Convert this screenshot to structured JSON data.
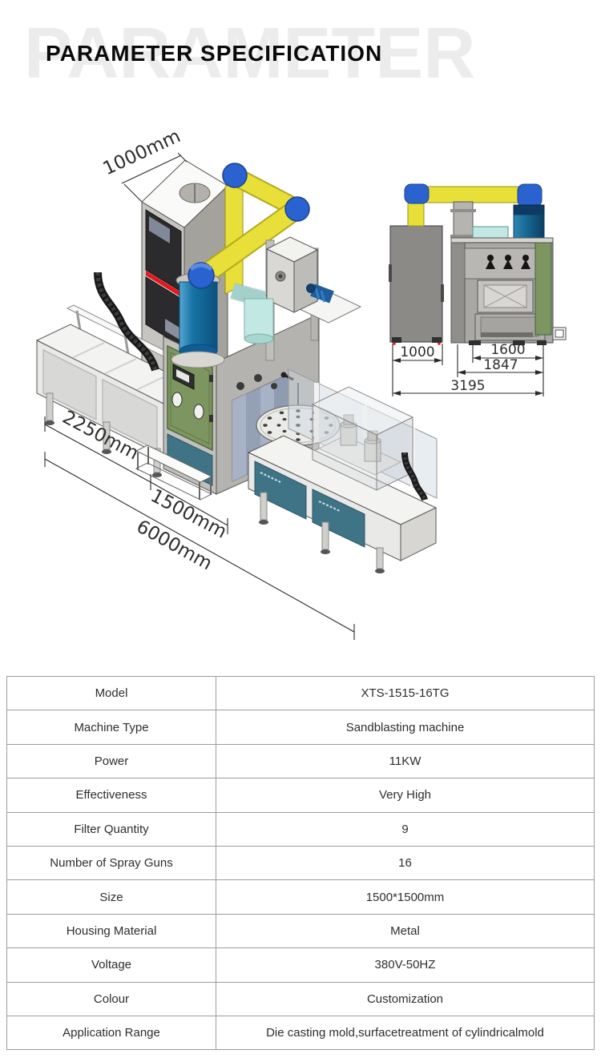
{
  "header": {
    "watermark": "PARAMETER",
    "title": "PARAMETER SPECIFICATION"
  },
  "illustration": {
    "iso_dimensions": [
      {
        "label": "1000mm"
      },
      {
        "label": "2250mm"
      },
      {
        "label": "1500mm"
      },
      {
        "label": "6000mm"
      }
    ],
    "front_dimensions": [
      {
        "label": "1000"
      },
      {
        "label": "1600"
      },
      {
        "label": "1847"
      },
      {
        "label": "3195"
      }
    ],
    "colors": {
      "pipe_yellow": "#e9df39",
      "elbow_blue": "#2a63cf",
      "cyclone_blue": "#1773a5",
      "hopper_cyan": "#c2e8e3",
      "door_green": "#7d965f",
      "glass_teal": "#3f7487",
      "stripe_red": "#e8151d"
    }
  },
  "spec_table": {
    "rows": [
      {
        "label": "Model",
        "value": "XTS-1515-16TG"
      },
      {
        "label": "Machine Type",
        "value": "Sandblasting machine"
      },
      {
        "label": "Power",
        "value": "11KW"
      },
      {
        "label": "Effectiveness",
        "value": "Very High"
      },
      {
        "label": "Filter Quantity",
        "value": "9"
      },
      {
        "label": "Number of Spray Guns",
        "value": "16"
      },
      {
        "label": "Size",
        "value": "1500*1500mm"
      },
      {
        "label": "Housing Material",
        "value": "Metal"
      },
      {
        "label": "Voltage",
        "value": "380V-50HZ"
      },
      {
        "label": "Colour",
        "value": "Customization"
      },
      {
        "label": "Application Range",
        "value": "Die casting mold,surfacetreatment of cylindricalmold"
      }
    ]
  }
}
